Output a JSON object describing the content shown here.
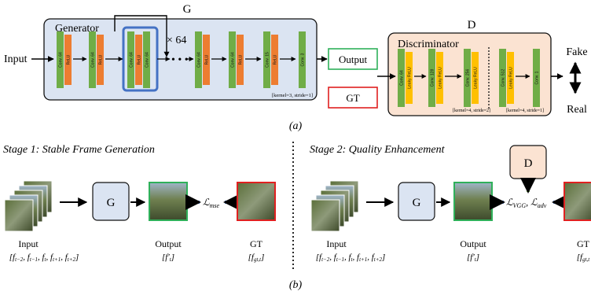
{
  "part_a": {
    "g_title": "G",
    "d_title": "D",
    "generator_label": "Generator",
    "discriminator_label": "Discriminator",
    "input_label": "Input",
    "output_label": "Output",
    "gt_label": "GT",
    "fake_label": "Fake",
    "real_label": "Real",
    "repeat_label": "× 64",
    "gen_note": "[kernel=3, stride=1]",
    "disc_note_1": "[kernel=4, stride=2]",
    "disc_note_2": "[kernel=4, stride=1]",
    "gen_conv_labels": [
      "Conv. 64",
      "Conv. 64",
      "Conv. 64",
      "Conv. 64",
      "Conv. 64",
      "Conv. 64",
      "Conv. 15",
      "Conv. 3"
    ],
    "gen_relu_label": "ReLU",
    "disc_conv_labels": [
      "Conv. 64",
      "Conv. 128",
      "Conv. 256",
      "Conv. 512",
      "Conv. 1"
    ],
    "disc_relu_label": "Leaky ReLU",
    "caption": "(a)"
  },
  "part_b": {
    "stage1_title": "Stage 1: Stable Frame Generation",
    "stage2_title": "Stage 2: Quality Enhancement",
    "g_label": "G",
    "d_label": "D",
    "input_label": "Input",
    "input_formula": "[f_{t−2}, f_{t−1}, f_t, f_{t+1}, f_{t+2}]",
    "output_label": "Output",
    "output_formula": "[f′_t]",
    "gt_label": "GT",
    "gt_formula": "[f_{gt,t}]",
    "loss1": "ℒmse",
    "loss2": "ℒVGG, ℒadv",
    "caption": "(b)"
  },
  "colors": {
    "gen_bg": "#dbe4f2",
    "disc_bg": "#fbe3d2",
    "conv_green": "#70ad47",
    "relu_orange": "#ed7d31",
    "leaky_yellow": "#ffc000",
    "blue_arrow": "#4472c4",
    "green_arrow": "#70ad47",
    "output_border": "#2fb05a",
    "gt_border": "#e02020"
  }
}
